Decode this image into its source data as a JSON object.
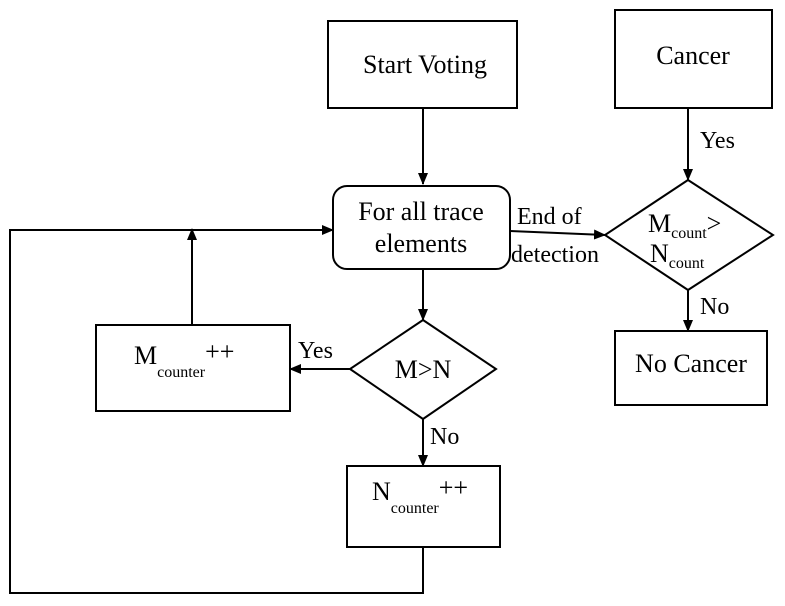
{
  "nodes": {
    "start_voting": "Start Voting",
    "for_all_line1": "For all trace",
    "for_all_line2": "elements",
    "cancer": "Cancer",
    "m_gt_n": "M>N",
    "m_count_compare": {
      "m": "M",
      "m_sub": "count",
      "gt": ">",
      "n": "N",
      "n_sub": "count"
    },
    "m_counter": {
      "base": "M",
      "sub": "counter",
      "op": "++"
    },
    "n_counter": {
      "base": "N",
      "sub": "counter",
      "op": "++"
    },
    "no_cancer": "No Cancer"
  },
  "edges": {
    "end_of_line1": "End of",
    "end_of_line2": "detection",
    "yes_cancer": "Yes",
    "no_cancer": "No",
    "yes_m": "Yes",
    "no_n": "No"
  }
}
